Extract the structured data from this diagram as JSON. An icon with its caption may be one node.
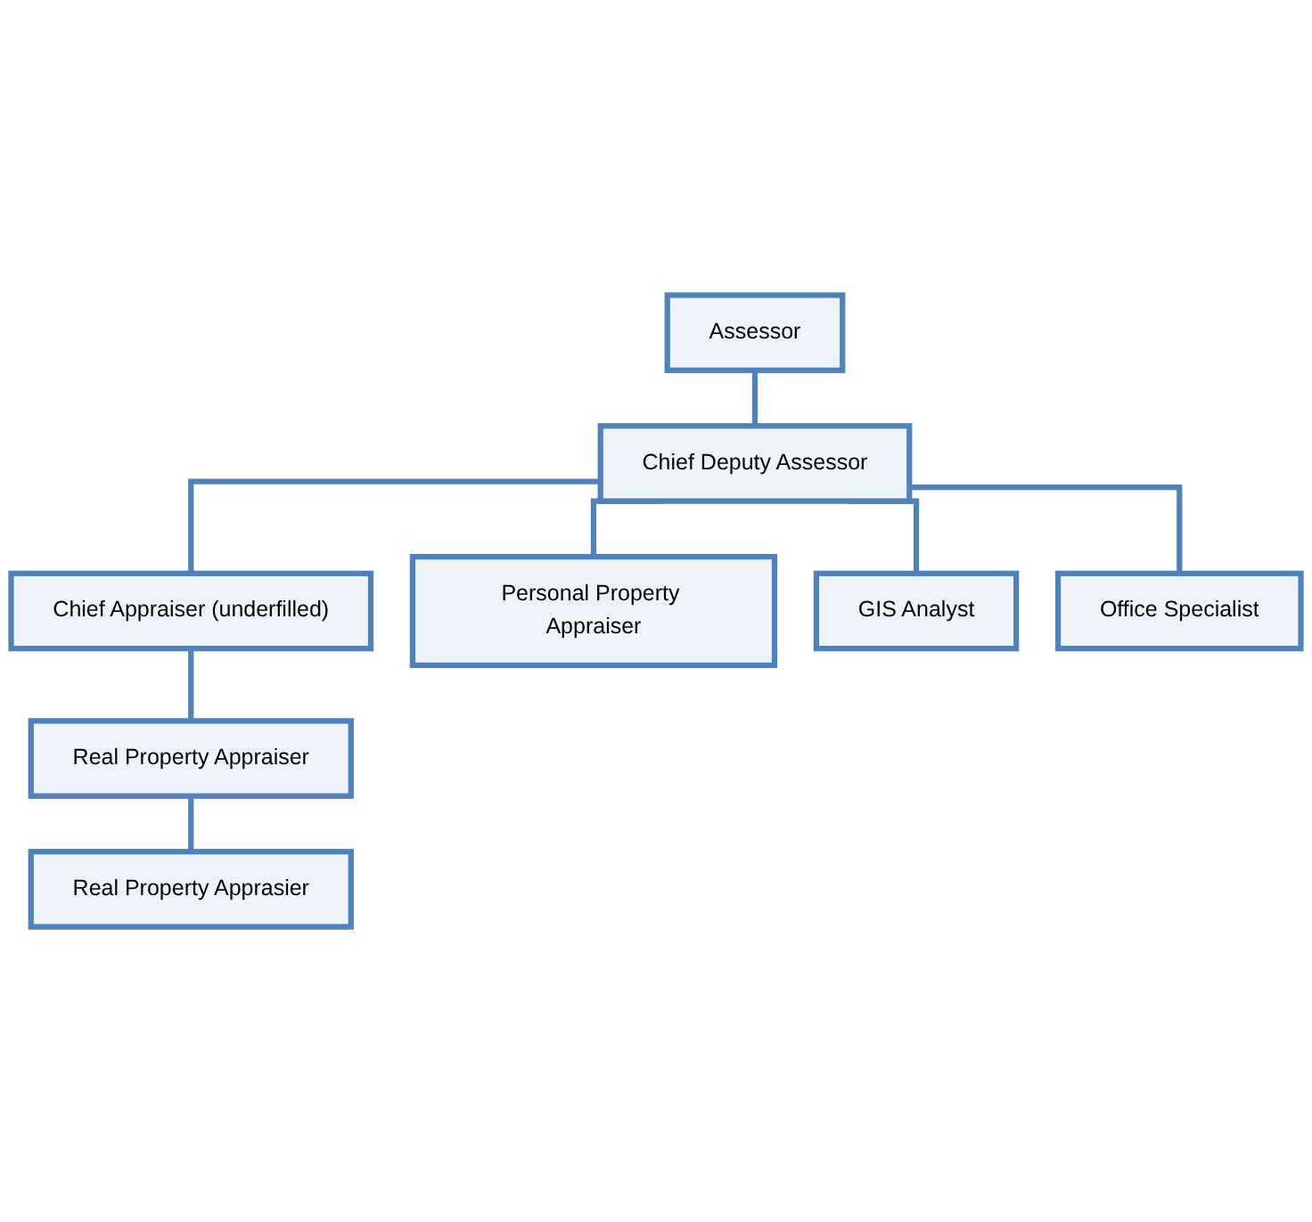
{
  "diagram": {
    "nodes": [
      {
        "text": [
          "Assessor"
        ]
      },
      {
        "text": [
          "Chief Deputy Assessor"
        ]
      },
      {
        "text": [
          "Chief Appraiser (underfilled)"
        ]
      },
      {
        "text": [
          "Personal Property Appraiser"
        ]
      },
      {
        "text": [
          "GIS Analyst"
        ]
      },
      {
        "text": [
          "Office Specialist"
        ]
      },
      {
        "text": [
          "Real Property Appraiser"
        ]
      },
      {
        "text": [
          "Real Property Apprasier"
        ]
      }
    ],
    "edges": [
      {
        "from": 0,
        "to": 1,
        "arrow": "none"
      },
      {
        "from": 1,
        "to": 2,
        "arrow": "none"
      },
      {
        "from": 1,
        "to": 3,
        "arrow": "none"
      },
      {
        "from": 1,
        "to": 4,
        "arrow": "none"
      },
      {
        "from": 1,
        "to": 5,
        "arrow": "none"
      },
      {
        "from": 2,
        "to": 6,
        "arrow": "none"
      },
      {
        "from": 6,
        "to": 7,
        "arrow": "none"
      }
    ]
  }
}
